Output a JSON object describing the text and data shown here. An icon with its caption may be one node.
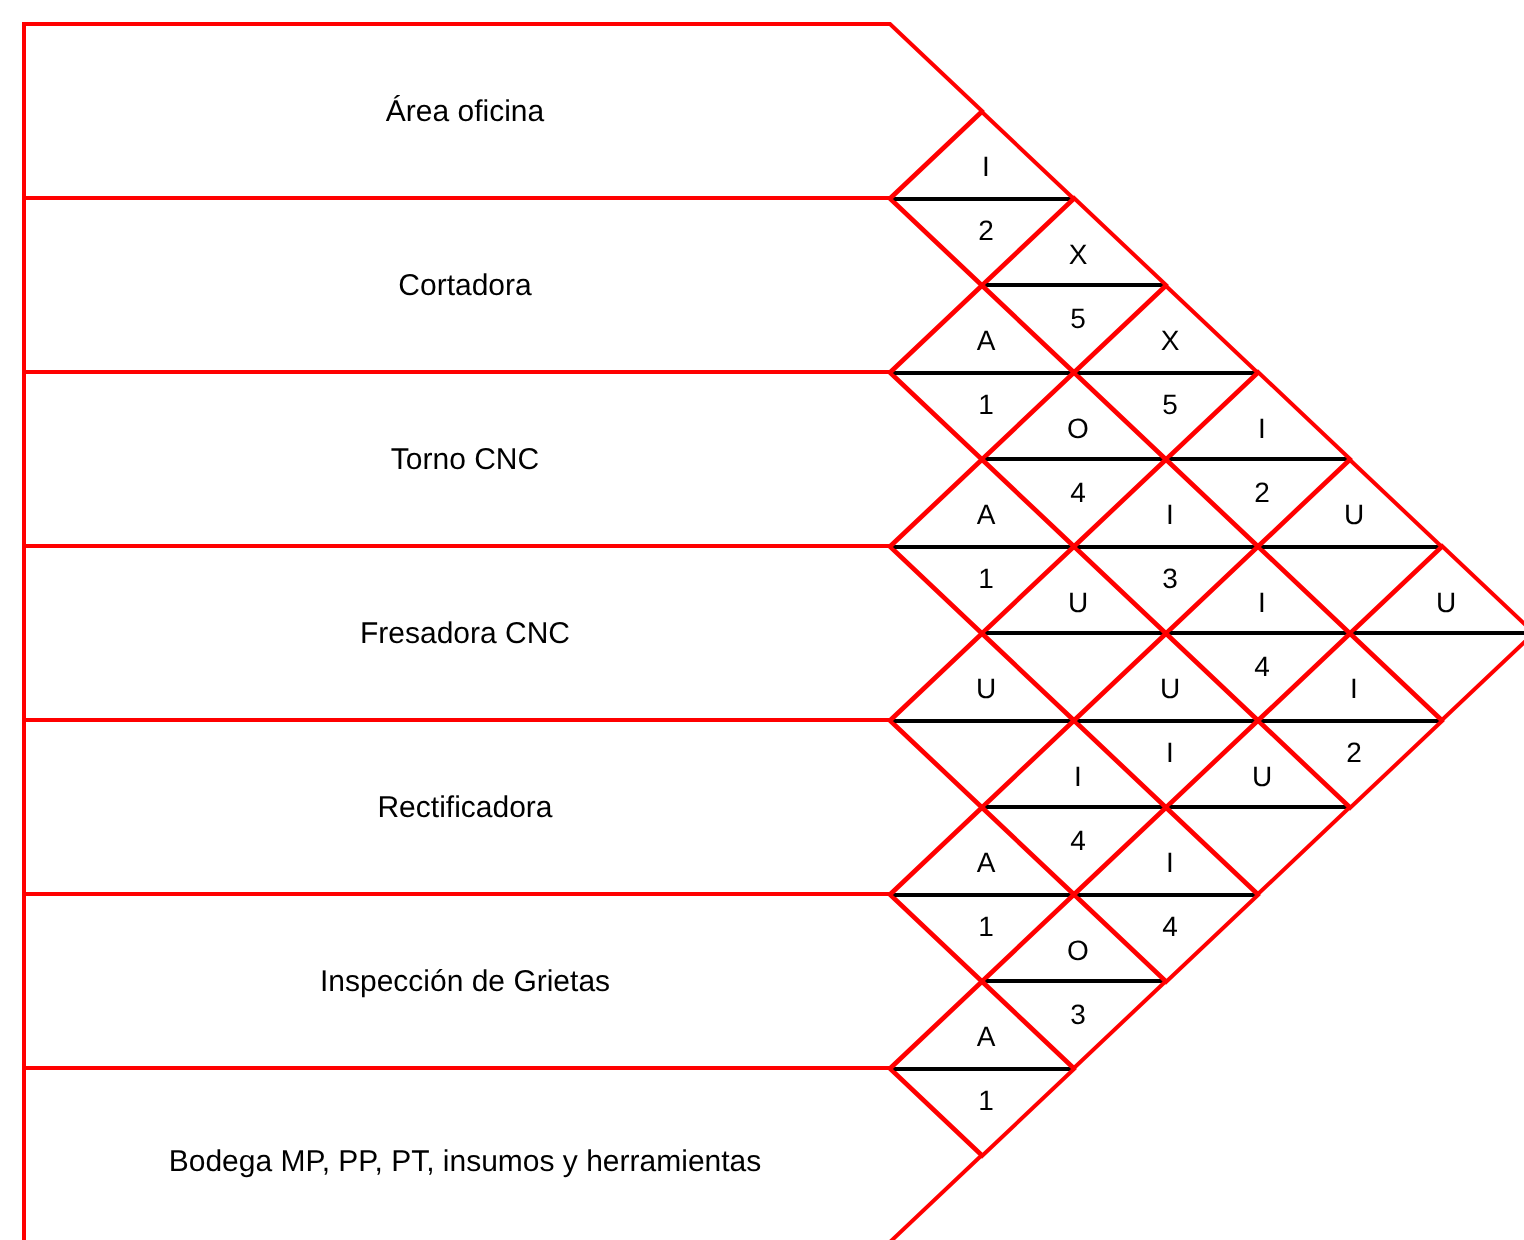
{
  "diagram": {
    "nodes": [
      {
        "text": [
          "Área oficina"
        ]
      },
      {
        "text": [
          "Cortadora"
        ]
      },
      {
        "text": [
          "Torno CNC"
        ]
      },
      {
        "text": [
          "Fresadora CNC"
        ]
      },
      {
        "text": [
          "Rectificadora"
        ]
      },
      {
        "text": [
          "Inspección de Grietas"
        ]
      },
      {
        "text": [
          "Bodega MP, PP, PT, insumos y herramientas"
        ]
      },
      {
        "text": [
          "I",
          "2"
        ]
      },
      {
        "text": [
          "A",
          "1"
        ]
      },
      {
        "text": [
          "A",
          "1"
        ]
      },
      {
        "text": [
          "U"
        ]
      },
      {
        "text": [
          "A",
          "1"
        ]
      },
      {
        "text": [
          "A",
          "1"
        ]
      },
      {
        "text": [
          "X",
          "5"
        ]
      },
      {
        "text": [
          "O",
          "4"
        ]
      },
      {
        "text": [
          "U"
        ]
      },
      {
        "text": [
          "I",
          "4"
        ]
      },
      {
        "text": [
          "O",
          "3"
        ]
      },
      {
        "text": [
          "X",
          "5"
        ]
      },
      {
        "text": [
          "I",
          "3"
        ]
      },
      {
        "text": [
          "U",
          "I"
        ]
      },
      {
        "text": [
          "I",
          "4"
        ]
      },
      {
        "text": [
          "I",
          "2"
        ]
      },
      {
        "text": [
          "I",
          "4"
        ]
      },
      {
        "text": [
          "U"
        ]
      },
      {
        "text": [
          "U"
        ]
      },
      {
        "text": [
          "I",
          "2"
        ]
      },
      {
        "text": [
          "U"
        ]
      }
    ]
  }
}
